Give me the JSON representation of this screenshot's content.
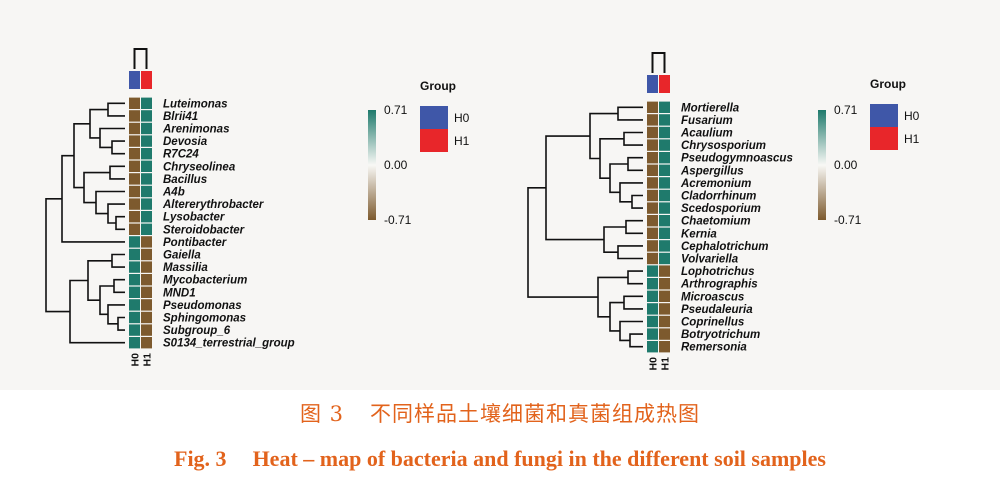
{
  "colors": {
    "high": "#1f7a6c",
    "mid": "#f8f8f5",
    "low": "#7d5a2e",
    "h0": "#3f57a8",
    "h1": "#e8262a",
    "caption": "#e2631c",
    "tree": "#111111"
  },
  "chart_data": [
    {
      "type": "heatmap",
      "title": "",
      "columns": [
        "H0",
        "H1"
      ],
      "group_legend": {
        "title": "Group",
        "items": [
          {
            "label": "H0",
            "color": "#3f57a8"
          },
          {
            "label": "H1",
            "color": "#e8262a"
          }
        ]
      },
      "color_scale": {
        "max": 0.71,
        "mid": 0.0,
        "min": -0.71,
        "labels": [
          "0.71",
          "0.00",
          "-0.71"
        ]
      },
      "rows": [
        "Luteimonas",
        "Blrii41",
        "Arenimonas",
        "Devosia",
        "R7C24",
        "Chryseolinea",
        "Bacillus",
        "A4b",
        "Altererythrobacter",
        "Lysobacter",
        "Steroidobacter",
        "Pontibacter",
        "Gaiella",
        "Massilia",
        "Mycobacterium",
        "MND1",
        "Pseudomonas",
        "Sphingomonas",
        "Subgroup_6",
        "S0134_terrestrial_group"
      ],
      "values": [
        [
          -0.71,
          0.71
        ],
        [
          -0.71,
          0.71
        ],
        [
          -0.71,
          0.71
        ],
        [
          -0.71,
          0.71
        ],
        [
          -0.71,
          0.71
        ],
        [
          -0.71,
          0.71
        ],
        [
          -0.71,
          0.71
        ],
        [
          -0.71,
          0.71
        ],
        [
          -0.71,
          0.71
        ],
        [
          -0.71,
          0.71
        ],
        [
          -0.71,
          0.71
        ],
        [
          0.71,
          -0.71
        ],
        [
          0.71,
          -0.71
        ],
        [
          0.71,
          -0.71
        ],
        [
          0.71,
          -0.71
        ],
        [
          0.71,
          -0.71
        ],
        [
          0.71,
          -0.71
        ],
        [
          0.71,
          -0.71
        ],
        [
          0.71,
          -0.71
        ],
        [
          0.71,
          -0.71
        ]
      ]
    },
    {
      "type": "heatmap",
      "title": "",
      "columns": [
        "H0",
        "H1"
      ],
      "group_legend": {
        "title": "Group",
        "items": [
          {
            "label": "H0",
            "color": "#3f57a8"
          },
          {
            "label": "H1",
            "color": "#e8262a"
          }
        ]
      },
      "color_scale": {
        "max": 0.71,
        "mid": 0.0,
        "min": -0.71,
        "labels": [
          "0.71",
          "0.00",
          "-0.71"
        ]
      },
      "rows": [
        "Mortierella",
        "Fusarium",
        "Acaulium",
        "Chrysosporium",
        "Pseudogymnoascus",
        "Aspergillus",
        "Acremonium",
        "Cladorrhinum",
        "Scedosporium",
        "Chaetomium",
        "Kernia",
        "Cephalotrichum",
        "Volvariella",
        "Lophotrichus",
        "Arthrographis",
        "Microascus",
        "Pseudaleuria",
        "Coprinellus",
        "Botryotrichum",
        "Remersonia"
      ],
      "values": [
        [
          -0.71,
          0.71
        ],
        [
          -0.71,
          0.71
        ],
        [
          -0.71,
          0.71
        ],
        [
          -0.71,
          0.71
        ],
        [
          -0.71,
          0.71
        ],
        [
          -0.71,
          0.71
        ],
        [
          -0.71,
          0.71
        ],
        [
          -0.71,
          0.71
        ],
        [
          -0.71,
          0.71
        ],
        [
          -0.71,
          0.71
        ],
        [
          -0.71,
          0.71
        ],
        [
          -0.71,
          0.71
        ],
        [
          -0.71,
          0.71
        ],
        [
          0.71,
          -0.71
        ],
        [
          0.71,
          -0.71
        ],
        [
          0.71,
          -0.71
        ],
        [
          0.71,
          -0.71
        ],
        [
          0.71,
          -0.71
        ],
        [
          0.71,
          -0.71
        ],
        [
          0.71,
          -0.71
        ]
      ]
    }
  ],
  "caption": {
    "cn_number": "图 3",
    "cn_text": "不同样品土壤细菌和真菌组成热图",
    "en_number": "Fig. 3",
    "en_text": "Heat – map of bacteria and fungi in the different soil samples"
  }
}
